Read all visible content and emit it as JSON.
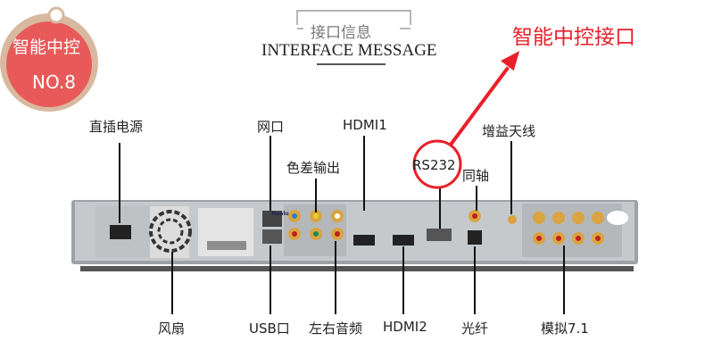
{
  "badge": {
    "line1": "智能中控",
    "line2": "NO.8"
  },
  "header": {
    "title_cn": "接口信息",
    "title_en": "INTERFACE MESSAGE"
  },
  "callout": {
    "text": "智能中控接口",
    "color": "#e8202a"
  },
  "device": {
    "brand": "Hualu"
  },
  "labels": {
    "power": "直插电源",
    "ethernet": "网口",
    "hdmi1": "HDMI1",
    "component": "色差输出",
    "rs232": "RS232",
    "coaxial": "同轴",
    "antenna": "增益天线",
    "fan": "风扇",
    "usb": "USB口",
    "audio_lr": "左右音频",
    "hdmi2": "HDMI2",
    "optical": "光纤",
    "analog71": "模拟7.1"
  }
}
